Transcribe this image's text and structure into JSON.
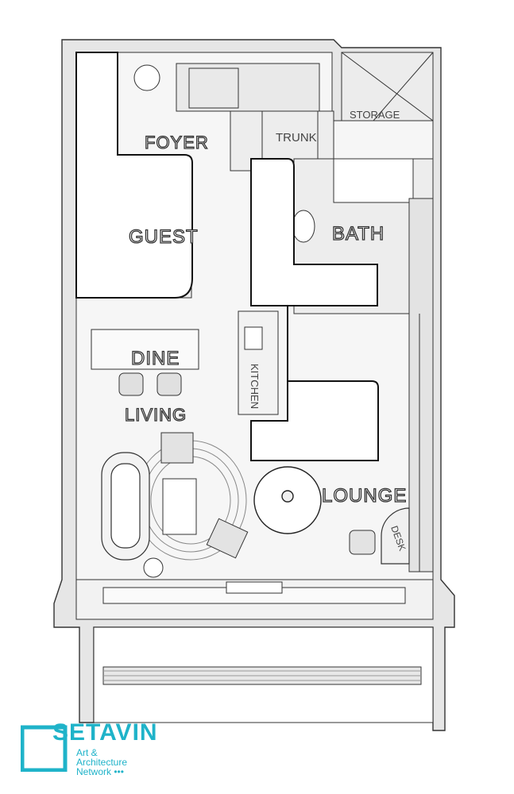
{
  "rooms": {
    "foyer": "FOYER",
    "trunk": "TRUNK",
    "storage": "STORAGE",
    "guest": "GUEST",
    "bath": "BATH",
    "dine": "DINE",
    "kitchen": "KITCHEN",
    "living": "LIVING",
    "lounge": "LOUNGE",
    "desk": "DESK"
  },
  "logo": {
    "brand": "SETAVIN",
    "subtitle_line1": "Art &",
    "subtitle_line2": "Architecture",
    "subtitle_line3": "Network",
    "dots": "•••"
  },
  "colors": {
    "wall": "#e6e6e6",
    "line": "#333333",
    "floor": "#f4f4f4",
    "brand": "#1fb3c9"
  }
}
